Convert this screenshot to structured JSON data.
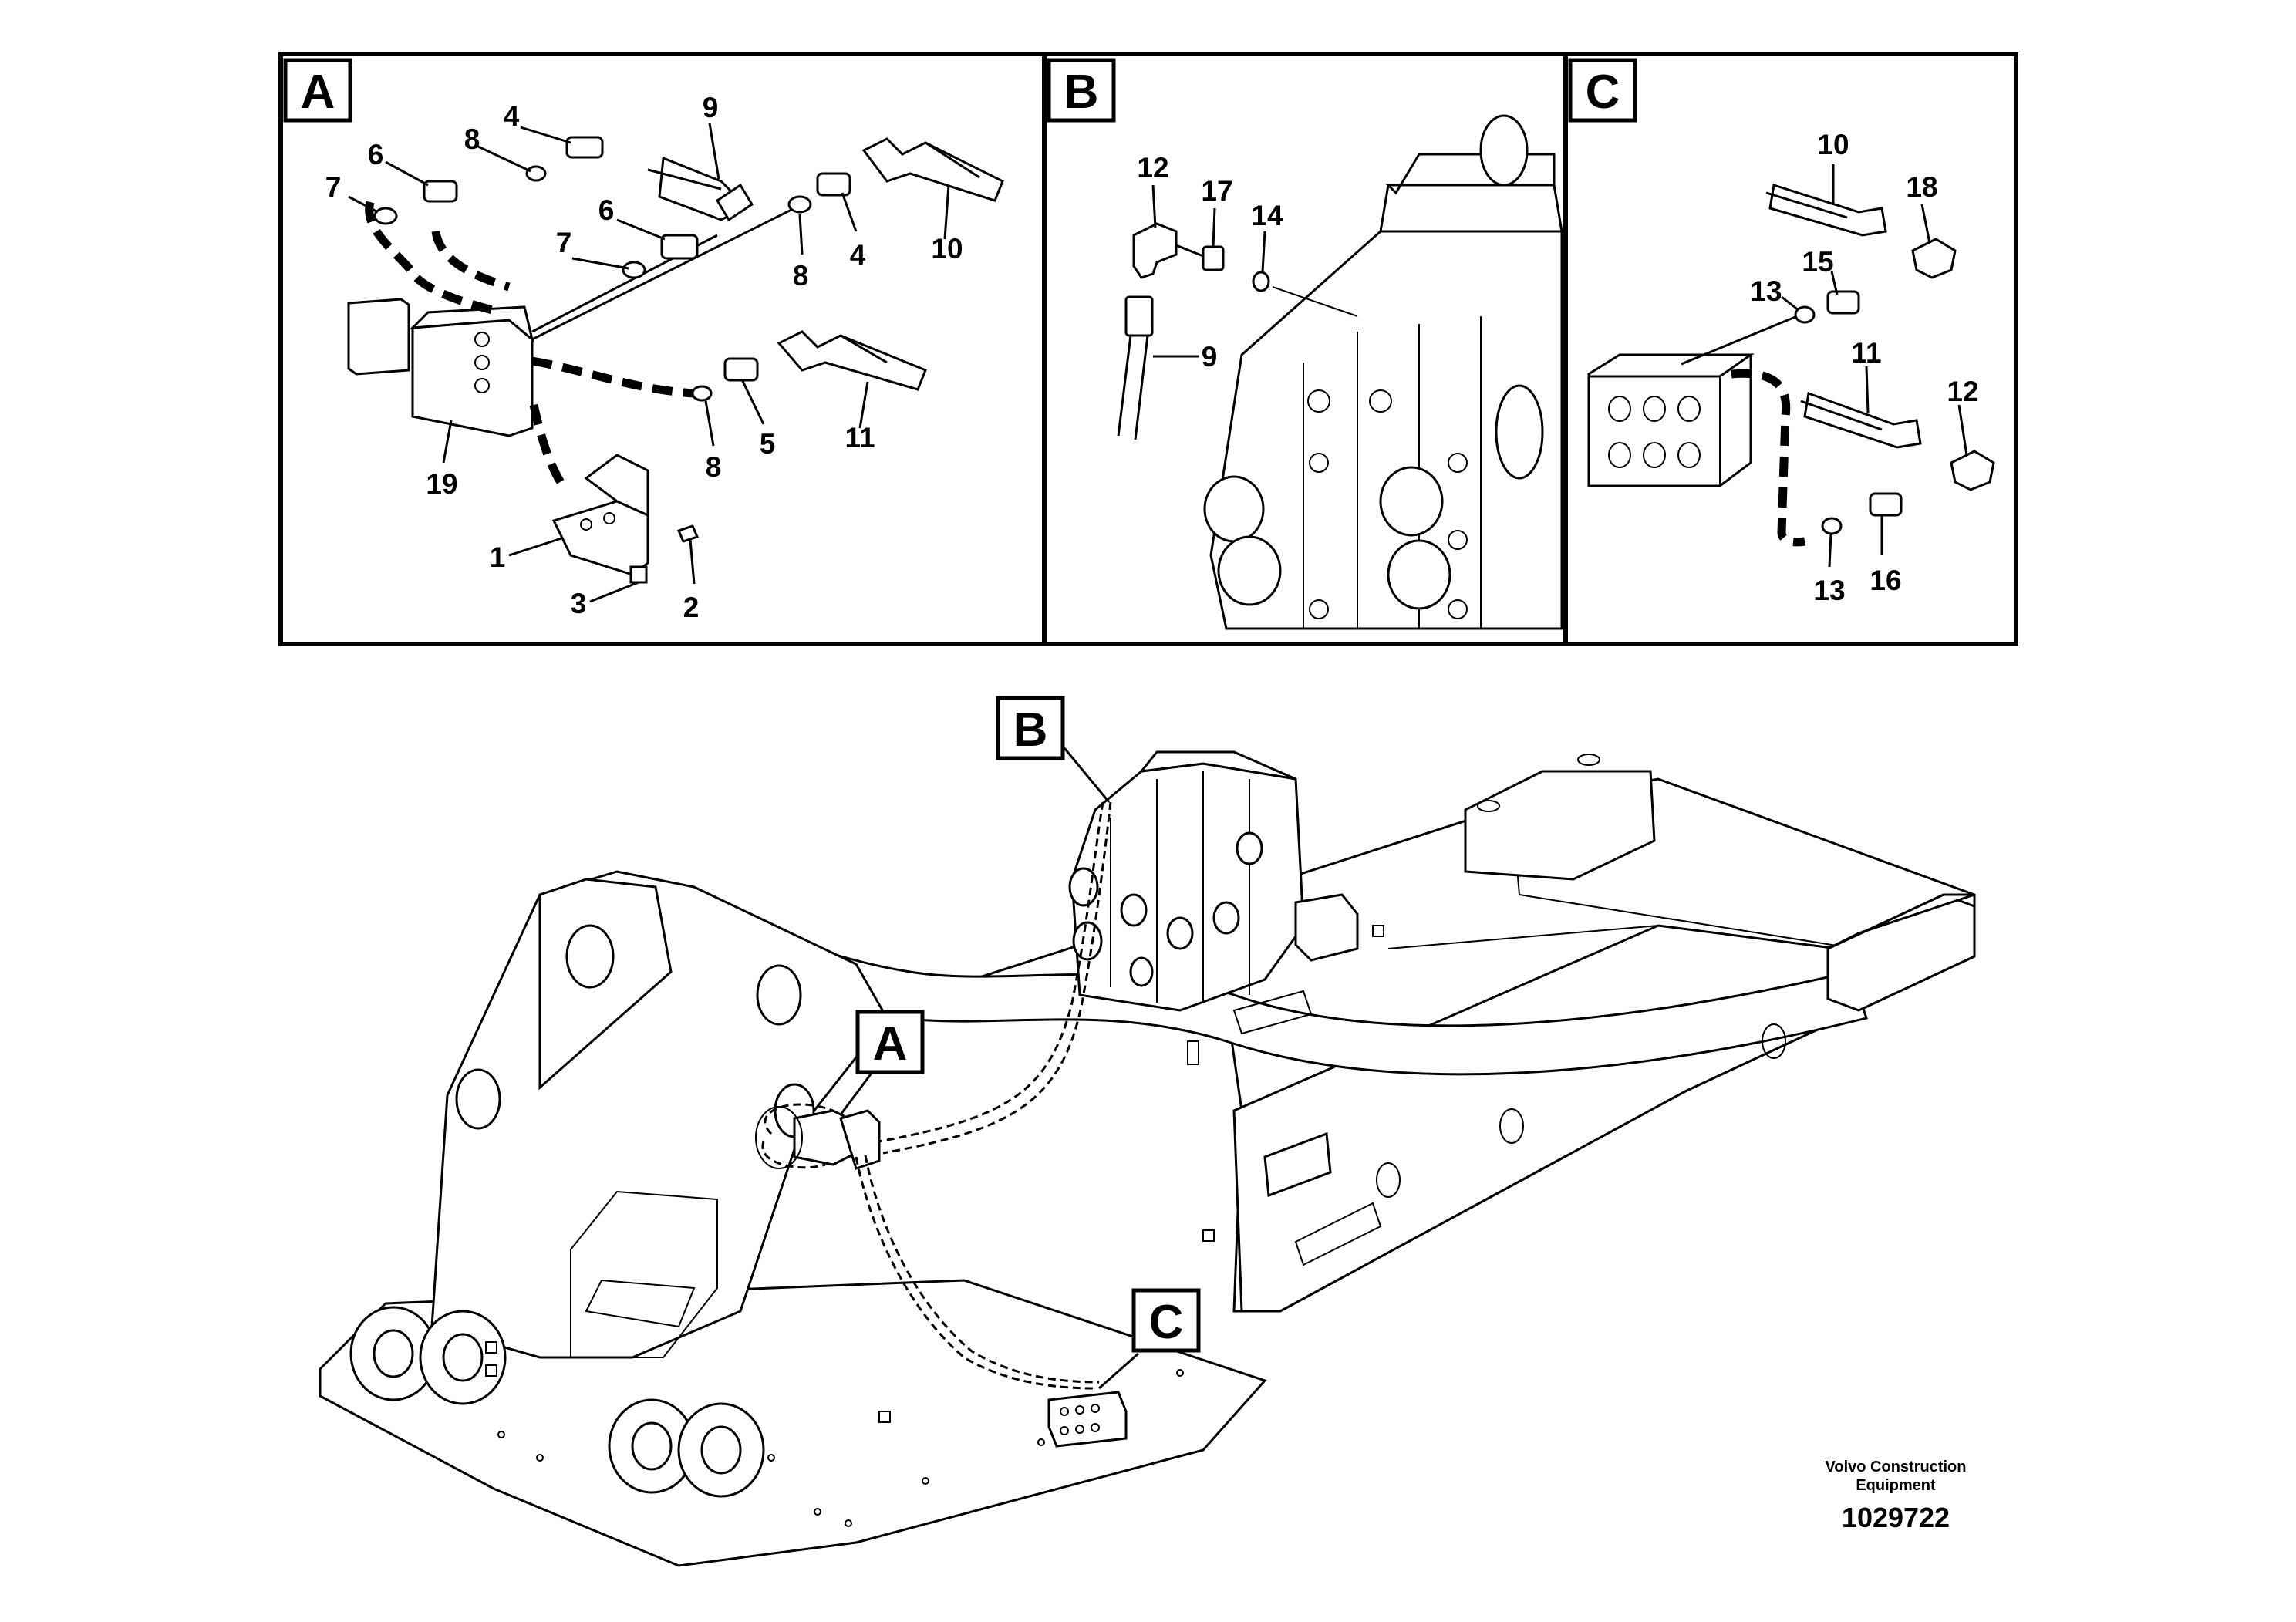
{
  "panels": {
    "a": {
      "tag": "A",
      "callouts": {
        "n1": "1",
        "n2": "2",
        "n3": "3",
        "n4a": "4",
        "n4b": "4",
        "n5": "5",
        "n6a": "6",
        "n6b": "6",
        "n7a": "7",
        "n7b": "7",
        "n8a": "8",
        "n8b": "8",
        "n8c": "8",
        "n9": "9",
        "n10": "10",
        "n11": "11",
        "n19": "19"
      }
    },
    "b": {
      "tag": "B",
      "callouts": {
        "n12": "12",
        "n17": "17",
        "n14": "14",
        "n9": "9"
      }
    },
    "c": {
      "tag": "C",
      "callouts": {
        "n10": "10",
        "n18": "18",
        "n15": "15",
        "n13a": "13",
        "n11": "11",
        "n12": "12",
        "n13b": "13",
        "n16": "16"
      }
    }
  },
  "overview": {
    "tags": {
      "a": "A",
      "b": "B",
      "c": "C"
    }
  },
  "footer": {
    "credit_line1": "Volvo Construction",
    "credit_line2": "Equipment",
    "doc_number": "1029722"
  }
}
